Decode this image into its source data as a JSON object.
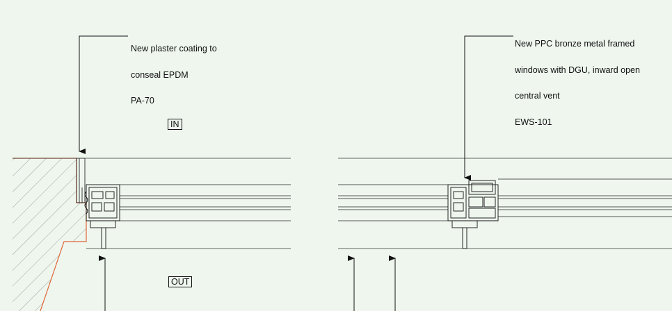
{
  "annotations": {
    "plaster": {
      "line1": "New plaster coating to",
      "line2": "conseal EPDM",
      "code": "PA-70"
    },
    "window": {
      "line1": "New PPC bronze metal framed",
      "line2": "windows with DGU, inward open",
      "line3": "central vent",
      "code": "EWS-101"
    }
  },
  "labels": {
    "inside": "IN",
    "outside": "OUT"
  },
  "colors": {
    "background": "#eef6ee",
    "line": "#111111",
    "wall_outline": "#e0673a",
    "hatch": "#8a8a8a"
  }
}
